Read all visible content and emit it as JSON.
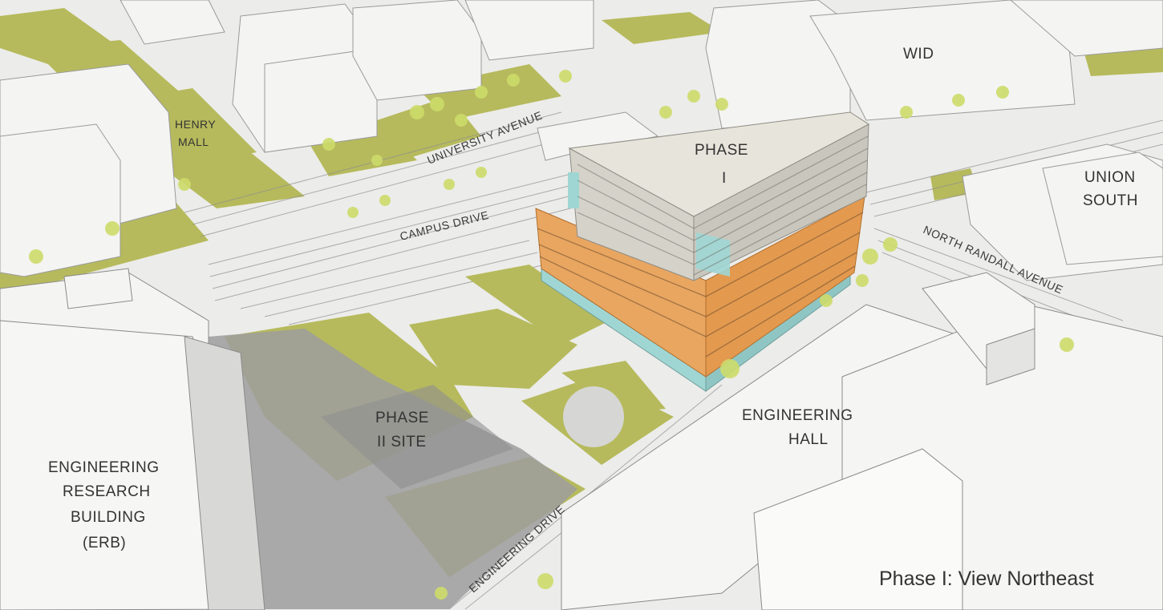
{
  "colors": {
    "grass": "#b6ba5c",
    "pavement": "#ececea",
    "shadow": "#9d9d9d",
    "building": "#f4f4f2",
    "orange": "#e9a661",
    "glass": "#9fd6d4",
    "tree": "#cddc6a"
  },
  "labels": {
    "wid": "WID",
    "henry_mall_1": "HENRY",
    "henry_mall_2": "MALL",
    "university_avenue": "UNIVERSITY AVENUE",
    "campus_drive": "CAMPUS DRIVE",
    "phase1_1": "PHASE",
    "phase1_2": "I",
    "union_south_1": "UNION",
    "union_south_2": "SOUTH",
    "north_randall": "NORTH RANDALL AVENUE",
    "phase2_1": "PHASE",
    "phase2_2": "II SITE",
    "engineering_hall_1": "ENGINEERING",
    "engineering_hall_2": "HALL",
    "erb_1": "ENGINEERING",
    "erb_2": "RESEARCH",
    "erb_3": "BUILDING",
    "erb_4": "(ERB)",
    "engineering_drive": "ENGINEERING DRIVE"
  },
  "caption": "Phase I: View Northeast"
}
